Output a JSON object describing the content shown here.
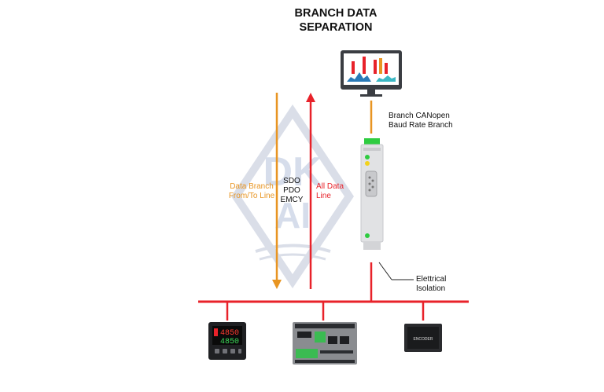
{
  "title": {
    "line1": "BRANCH DATA",
    "line2": "SEPARATION"
  },
  "labels": {
    "orange_flow": [
      "Data Branch",
      "From/To Line"
    ],
    "message_types": [
      "SDO",
      "PDO",
      "EMCY"
    ],
    "red_flow": [
      "All Data",
      "Line"
    ],
    "branch_settings": [
      "Branch CANopen",
      "Baud Rate Branch"
    ],
    "isolation": [
      "Elettrical",
      "Isolation"
    ]
  },
  "watermark": {
    "text": "DKAI"
  },
  "devices": {
    "encoder_label": "ENCODER",
    "controller_display": [
      "4850",
      "4850"
    ]
  },
  "colors": {
    "red_bus": "#e8222a",
    "orange": "#e89522",
    "status_green": "#2ecc40"
  }
}
